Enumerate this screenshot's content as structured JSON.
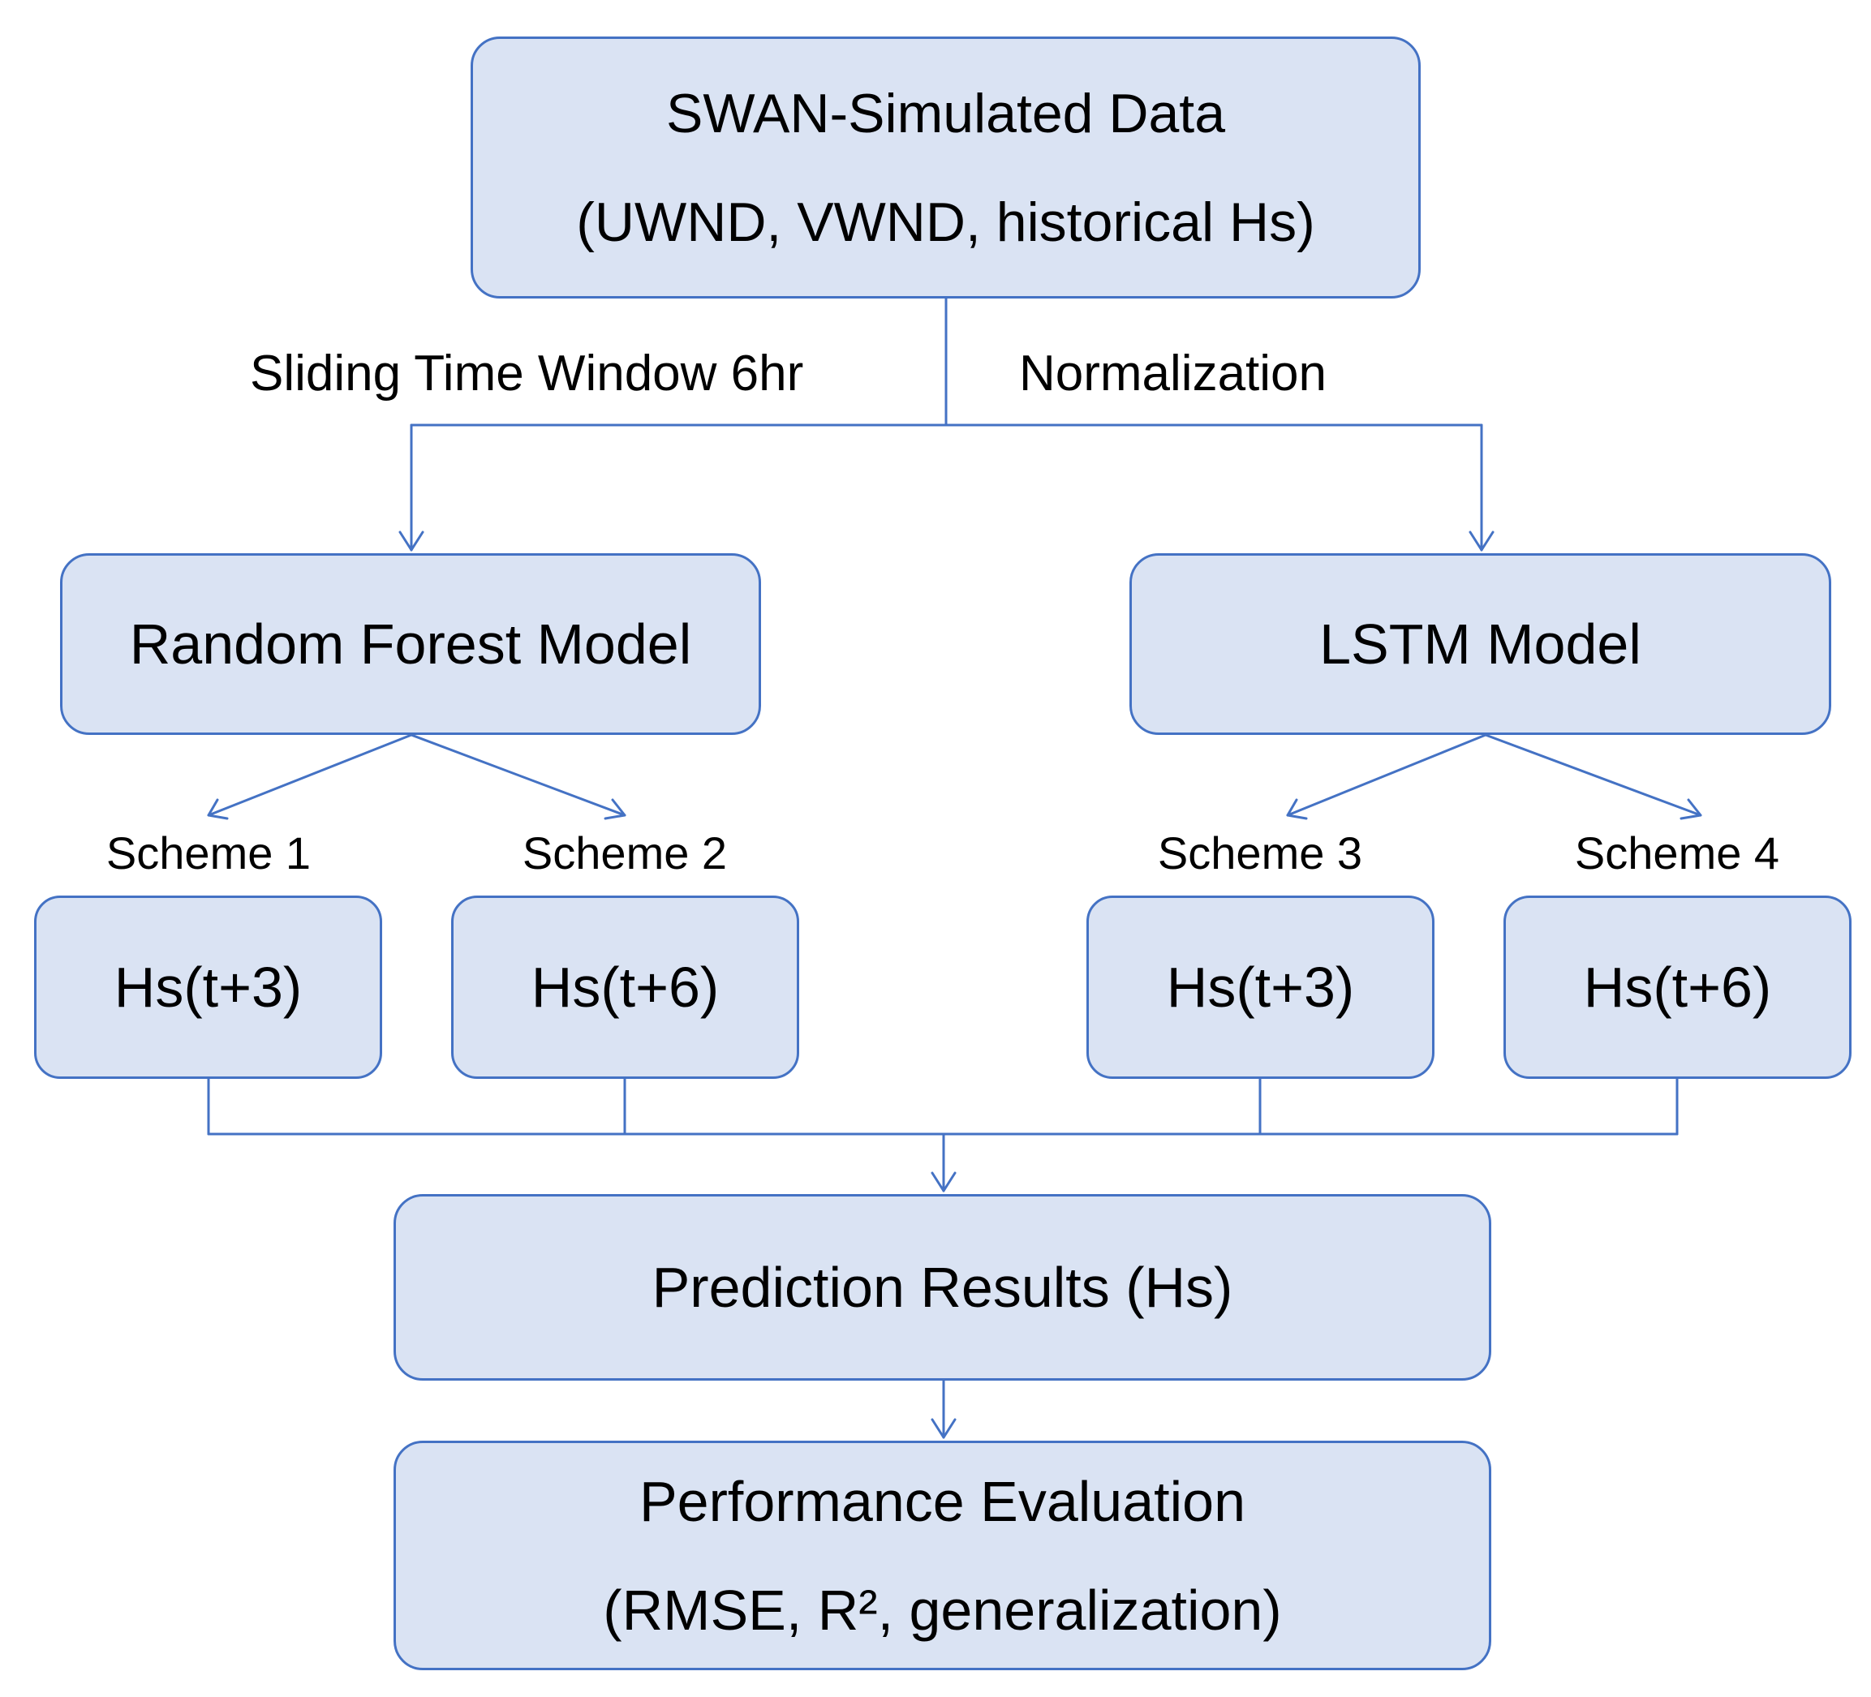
{
  "nodes": {
    "swan": {
      "line1": "SWAN-Simulated Data",
      "line2": "(UWND, VWND, historical Hs)"
    },
    "random_forest": {
      "label": "Random Forest Model"
    },
    "lstm": {
      "label": "LSTM Model"
    },
    "scheme1_output": {
      "label": "Hs(t+3)"
    },
    "scheme2_output": {
      "label": "Hs(t+6)"
    },
    "scheme3_output": {
      "label": "Hs(t+3)"
    },
    "scheme4_output": {
      "label": "Hs(t+6)"
    },
    "prediction": {
      "label": "Prediction Results (Hs)"
    },
    "evaluation": {
      "line1": "Performance Evaluation",
      "line2": "(RMSE, R², generalization)"
    }
  },
  "edge_labels": {
    "sliding_window": "Sliding Time Window 6hr",
    "normalization": "Normalization"
  },
  "scheme_labels": [
    "Scheme 1",
    "Scheme 2",
    "Scheme 3",
    "Scheme 4"
  ],
  "colors": {
    "node_fill": "#dae3f3",
    "node_border": "#4472c4",
    "connector": "#4472c4",
    "text": "#000000"
  }
}
